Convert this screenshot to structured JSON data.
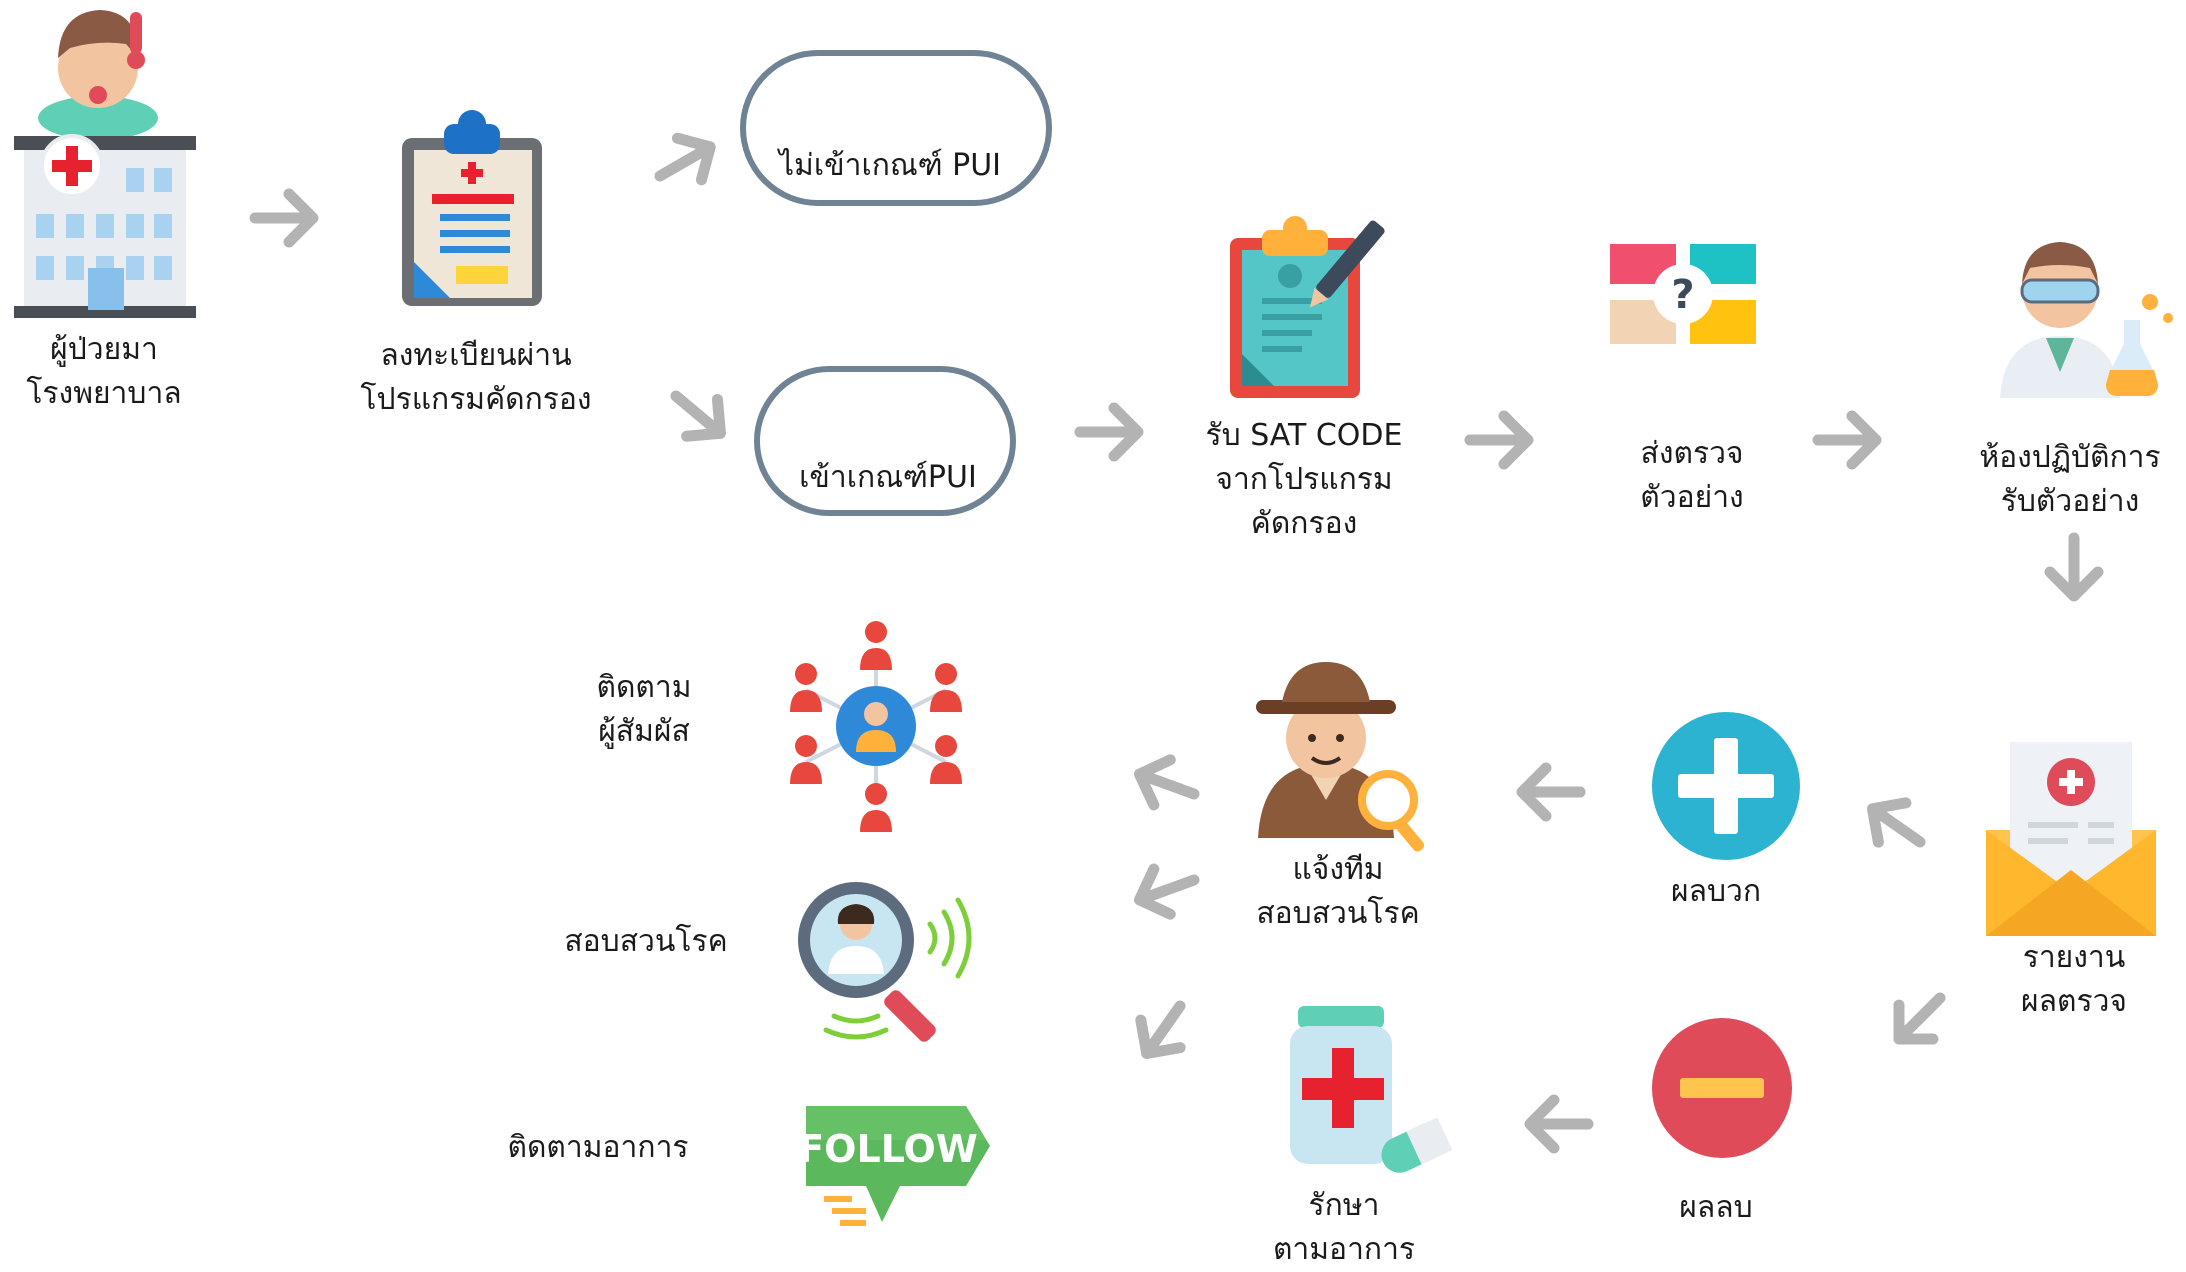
{
  "nodes": {
    "patient": {
      "lines": [
        "ผู้ป่วยมา",
        "โรงพยาบาล"
      ]
    },
    "register": {
      "lines": [
        "ลงทะเบียนผ่าน",
        "โปรแกรมคัดกรอง"
      ]
    },
    "not_pui": {
      "label": "ไม่เข้าเกณฑ์ PUI"
    },
    "pui": {
      "label": "เข้าเกณฑ์PUI"
    },
    "sat_code": {
      "lines": [
        "รับ SAT CODE",
        "จากโปรแกรม",
        "คัดกรอง"
      ]
    },
    "send_sample": {
      "lines": [
        "ส่งตรวจ",
        "ตัวอย่าง"
      ]
    },
    "lab": {
      "lines": [
        "ห้องปฏิบัติการ",
        "รับตัวอย่าง"
      ]
    },
    "report": {
      "lines": [
        "รายงาน",
        "ผลตรวจ"
      ]
    },
    "positive": {
      "lines": [
        "ผลบวก"
      ]
    },
    "negative": {
      "lines": [
        "ผลลบ"
      ]
    },
    "notify_team": {
      "lines": [
        "แจ้งทีม",
        "สอบสวนโรค"
      ]
    },
    "treat": {
      "lines": [
        "รักษา",
        "ตามอาการ"
      ]
    },
    "contacts": {
      "lines": [
        "ติดตาม",
        "ผู้สัมผัส"
      ]
    },
    "investigate": {
      "lines": [
        "สอบสวนโรค"
      ]
    },
    "follow_symptoms": {
      "lines": [
        "ติดตามอาการ"
      ]
    }
  },
  "follow_badge": "FOLLOW",
  "colors": {
    "arrow": "#b3b3b3",
    "pill_border": "#6f8394",
    "positive": "#2bb3d1",
    "negative": "#e04b5a",
    "red_cross": "#e8212e",
    "follow_green": "#5cb85c"
  }
}
